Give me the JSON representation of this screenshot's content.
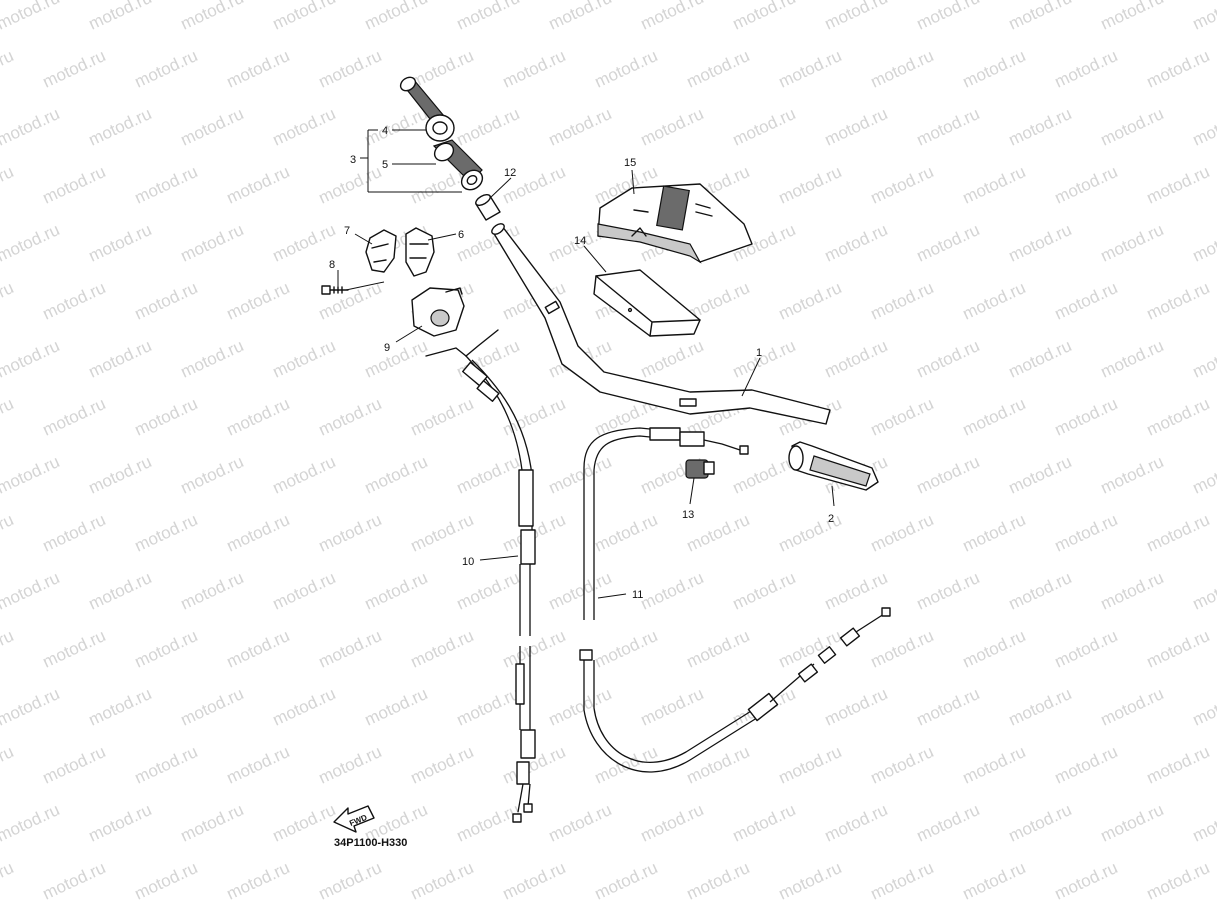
{
  "watermark": "motod.ru",
  "diagram_code": "34P1100-H330",
  "fwd_label": "FWD",
  "callouts": [
    {
      "id": "c1",
      "text": "1"
    },
    {
      "id": "c2",
      "text": "2"
    },
    {
      "id": "c3",
      "text": "3"
    },
    {
      "id": "c4",
      "text": "4"
    },
    {
      "id": "c5",
      "text": "5"
    },
    {
      "id": "c6",
      "text": "6"
    },
    {
      "id": "c7",
      "text": "7"
    },
    {
      "id": "c8",
      "text": "8"
    },
    {
      "id": "c9",
      "text": "9"
    },
    {
      "id": "c10",
      "text": "10"
    },
    {
      "id": "c11",
      "text": "11"
    },
    {
      "id": "c12",
      "text": "12"
    },
    {
      "id": "c13",
      "text": "13"
    },
    {
      "id": "c14",
      "text": "14"
    },
    {
      "id": "c15",
      "text": "15"
    }
  ]
}
